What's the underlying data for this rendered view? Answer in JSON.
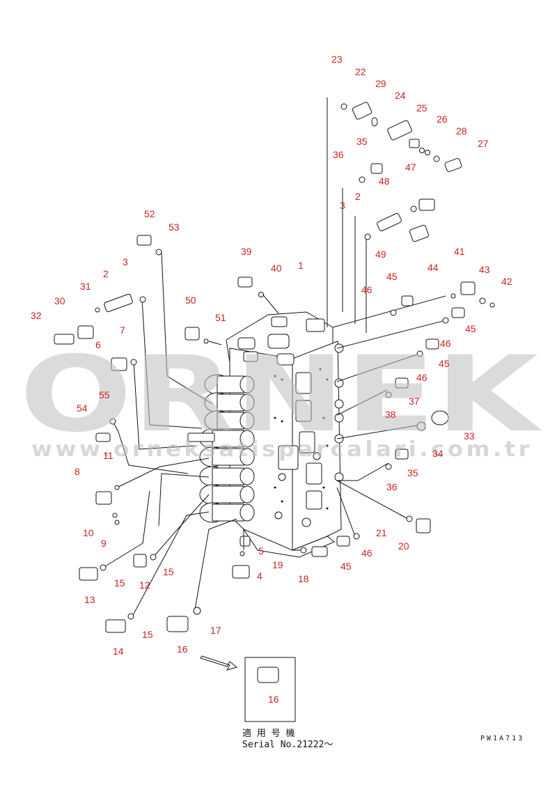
{
  "watermark": {
    "brand": "ORNEK",
    "url": "www.orneksatisparcalari.com.tr"
  },
  "callouts": [
    {
      "id": "c1",
      "text": "1"
    },
    {
      "id": "c2a",
      "text": "2"
    },
    {
      "id": "c2b",
      "text": "2"
    },
    {
      "id": "c3a",
      "text": "3"
    },
    {
      "id": "c3b",
      "text": "3"
    },
    {
      "id": "c4",
      "text": "4"
    },
    {
      "id": "c5",
      "text": "5"
    },
    {
      "id": "c6",
      "text": "6"
    },
    {
      "id": "c7",
      "text": "7"
    },
    {
      "id": "c8",
      "text": "8"
    },
    {
      "id": "c9",
      "text": "9"
    },
    {
      "id": "c10",
      "text": "10"
    },
    {
      "id": "c11",
      "text": "11"
    },
    {
      "id": "c12",
      "text": "12"
    },
    {
      "id": "c13",
      "text": "13"
    },
    {
      "id": "c14",
      "text": "14"
    },
    {
      "id": "c15a",
      "text": "15"
    },
    {
      "id": "c15b",
      "text": "15"
    },
    {
      "id": "c15c",
      "text": "15"
    },
    {
      "id": "c16a",
      "text": "16"
    },
    {
      "id": "c16b",
      "text": "16"
    },
    {
      "id": "c17",
      "text": "17"
    },
    {
      "id": "c18",
      "text": "18"
    },
    {
      "id": "c19",
      "text": "19"
    },
    {
      "id": "c20",
      "text": "20"
    },
    {
      "id": "c21",
      "text": "21"
    },
    {
      "id": "c22",
      "text": "22"
    },
    {
      "id": "c23",
      "text": "23"
    },
    {
      "id": "c24",
      "text": "24"
    },
    {
      "id": "c25",
      "text": "25"
    },
    {
      "id": "c26",
      "text": "26"
    },
    {
      "id": "c27",
      "text": "27"
    },
    {
      "id": "c28",
      "text": "28"
    },
    {
      "id": "c29",
      "text": "29"
    },
    {
      "id": "c30",
      "text": "30"
    },
    {
      "id": "c31",
      "text": "31"
    },
    {
      "id": "c32",
      "text": "32"
    },
    {
      "id": "c33",
      "text": "33"
    },
    {
      "id": "c34",
      "text": "34"
    },
    {
      "id": "c35a",
      "text": "35"
    },
    {
      "id": "c35b",
      "text": "35"
    },
    {
      "id": "c36a",
      "text": "36"
    },
    {
      "id": "c36b",
      "text": "36"
    },
    {
      "id": "c37",
      "text": "37"
    },
    {
      "id": "c38",
      "text": "38"
    },
    {
      "id": "c39",
      "text": "39"
    },
    {
      "id": "c40",
      "text": "40"
    },
    {
      "id": "c41",
      "text": "41"
    },
    {
      "id": "c42",
      "text": "42"
    },
    {
      "id": "c43",
      "text": "43"
    },
    {
      "id": "c44",
      "text": "44"
    },
    {
      "id": "c45a",
      "text": "45"
    },
    {
      "id": "c45b",
      "text": "45"
    },
    {
      "id": "c45c",
      "text": "45"
    },
    {
      "id": "c45d",
      "text": "45"
    },
    {
      "id": "c46a",
      "text": "46"
    },
    {
      "id": "c46b",
      "text": "46"
    },
    {
      "id": "c46c",
      "text": "46"
    },
    {
      "id": "c46d",
      "text": "46"
    },
    {
      "id": "c47",
      "text": "47"
    },
    {
      "id": "c48",
      "text": "48"
    },
    {
      "id": "c49",
      "text": "49"
    },
    {
      "id": "c50",
      "text": "50"
    },
    {
      "id": "c51",
      "text": "51"
    },
    {
      "id": "c52",
      "text": "52"
    },
    {
      "id": "c53",
      "text": "53"
    },
    {
      "id": "c54",
      "text": "54"
    },
    {
      "id": "c55",
      "text": "55"
    }
  ],
  "serial": {
    "jp": "適 用 号 機",
    "text": "Serial No.21222～"
  },
  "drawing_code": "PW1A713",
  "colors": {
    "callout": "#cc2222",
    "line": "#111111",
    "watermark": "#bfbfbf",
    "accent": "#f2c200"
  }
}
